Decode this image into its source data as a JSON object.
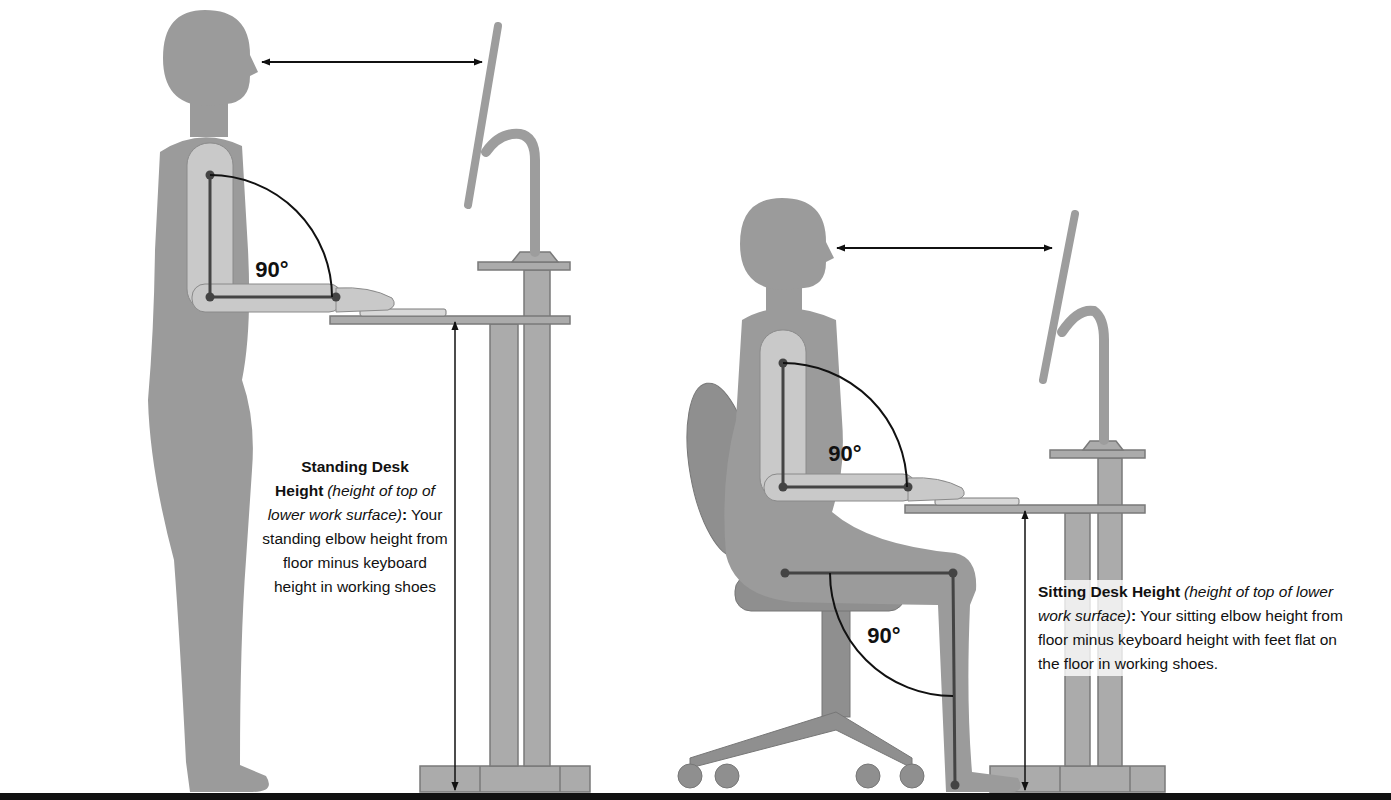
{
  "diagram": {
    "labels": [
      "90°",
      "90°",
      "90°",
      "Standing Desk Height",
      "(height of top of lower work surface)",
      ":",
      "Your standing elbow height from floor minus keyboard height in working shoes",
      "Sitting Desk Height",
      "(height of top of lower work surface)",
      ":",
      "Your sitting elbow height from floor minus keyboard height with feet flat on the floor in working shoes."
    ]
  }
}
